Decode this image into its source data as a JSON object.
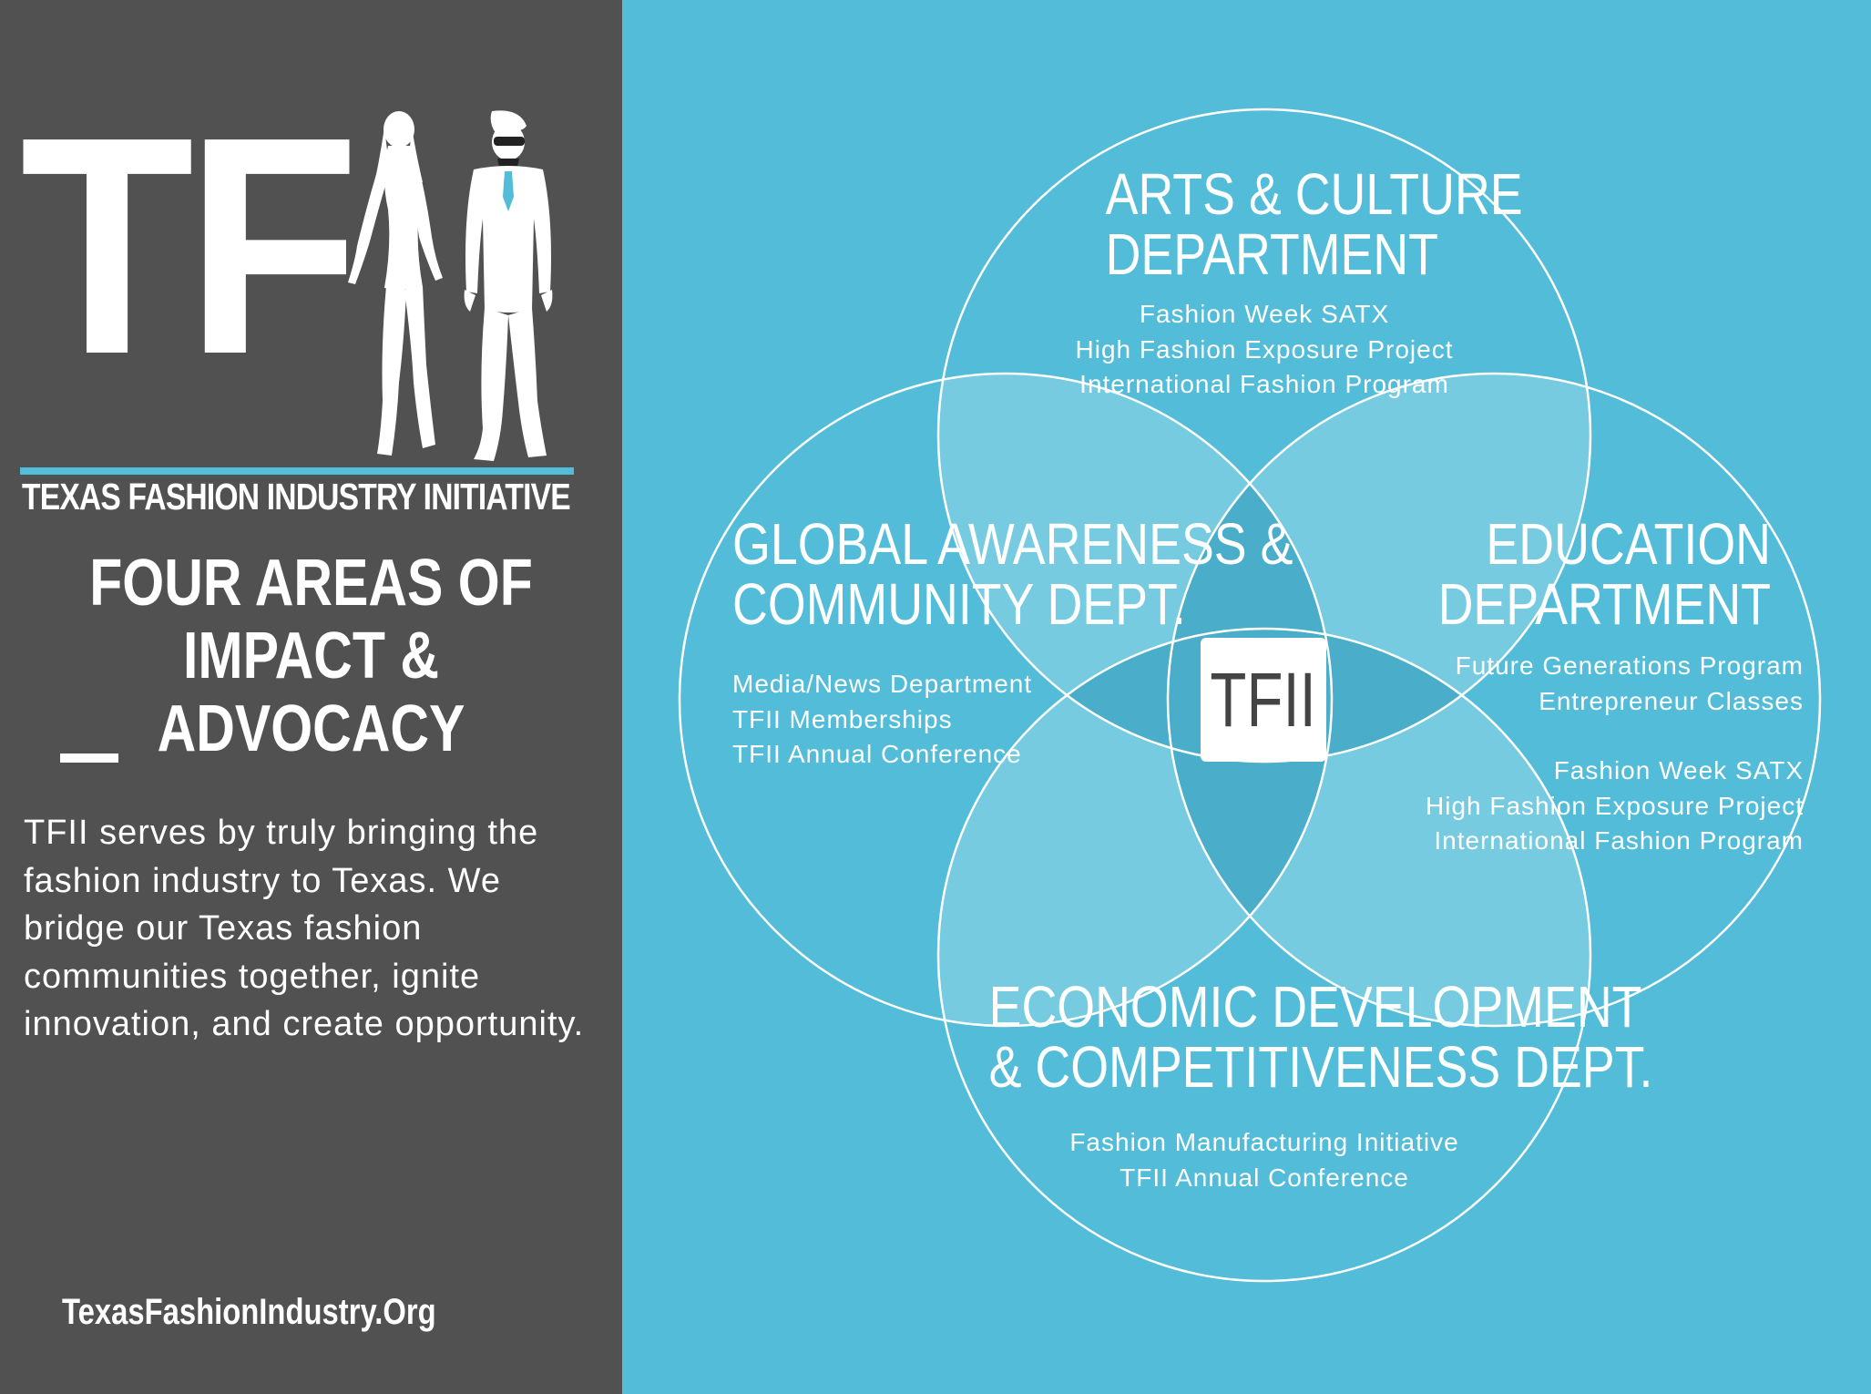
{
  "left": {
    "logo_text": "TF",
    "org_name": "TEXAS FASHION INDUSTRY INITIATIVE",
    "headline_line1": "FOUR AREAS OF",
    "headline_line2": "IMPACT & ADVOCACY",
    "body": "TFII serves by truly bringing the fashion industry to Texas. We bridge our Texas fashion communities together, ignite innovation, and create opportunity.",
    "website": "TexasFashionIndustry.Org"
  },
  "venn": {
    "center_label": "TFII",
    "arts": {
      "title_line1": "ARTS & CULTURE",
      "title_line2": "DEPARTMENT",
      "programs": [
        "Fashion Week SATX",
        "High Fashion Exposure Project",
        "International Fashion Program"
      ]
    },
    "global": {
      "title_line1": "GLOBAL AWARENESS &",
      "title_line2": "COMMUNITY DEPT.",
      "programs": [
        "Media/News Department",
        "TFII Memberships",
        "TFII Annual Conference"
      ]
    },
    "education": {
      "title_line1": "EDUCATION",
      "title_line2": "DEPARTMENT",
      "programs": [
        "Future Generations Program",
        "Entrepreneur Classes"
      ],
      "programs2": [
        "Fashion Week SATX",
        "High Fashion Exposure Project",
        "International Fashion Program"
      ]
    },
    "economic": {
      "title_line1": "ECONOMIC DEVELOPMENT",
      "title_line2": "& COMPETITIVENESS DEPT.",
      "programs": [
        "Fashion Manufacturing Initiative",
        "TFII Annual Conference"
      ]
    }
  },
  "colors": {
    "left_panel": "#515151",
    "right_panel": "#52bcd9",
    "accent": "#52bcd9",
    "overlap_pair": "#76cbe1",
    "overlap_triple": "#4aadc9",
    "text": "#ffffff"
  }
}
